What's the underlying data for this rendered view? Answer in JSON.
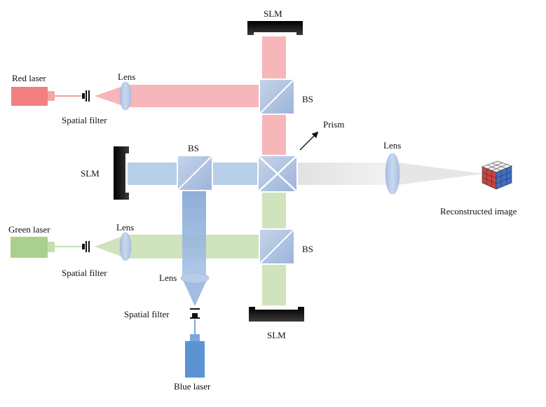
{
  "labels": {
    "red_laser": "Red laser",
    "green_laser": "Green laser",
    "blue_laser": "Blue laser",
    "lens_red": "Lens",
    "lens_green": "Lens",
    "lens_blue": "Lens",
    "lens_output": "Lens",
    "spatial_filter_red": "Spatial filter",
    "spatial_filter_green": "Spatial filter",
    "spatial_filter_blue": "Spatial filter",
    "slm_top": "SLM",
    "slm_left": "SLM",
    "slm_bottom": "SLM",
    "bs_red": "BS",
    "bs_blue": "BS",
    "bs_green": "BS",
    "prism": "Prism",
    "reconstructed_image": "Reconstructed image"
  },
  "colors": {
    "red_beam": "#f7b6b9",
    "green_beam": "#cfe3bd",
    "blue_beam": "#b7cfe8",
    "blue_beam_dark": "#8fb0d8",
    "gray_beam": "#e8e8e8",
    "red_laser": "#f07f80",
    "green_laser": "#a9d08e",
    "blue_laser": "#5b93d3",
    "lens": "#b4c8e6",
    "splitter": "#aac0e0",
    "slm": "#111111"
  },
  "icons": {
    "cube": "rubiks-cube-icon"
  }
}
